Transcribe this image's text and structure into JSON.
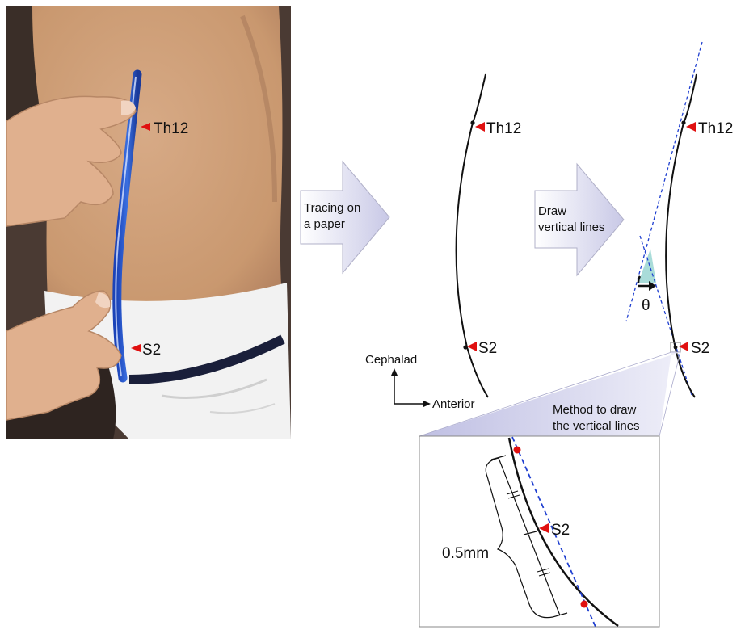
{
  "photo": {
    "labels": {
      "upper": "Th12",
      "lower": "S2"
    }
  },
  "step1": {
    "arrow_label_line1": "Tracing on",
    "arrow_label_line2": "a paper",
    "labels": {
      "upper": "Th12",
      "lower": "S2"
    }
  },
  "orientation": {
    "vertical_label": "Cephalad",
    "horizontal_label": "Anterior"
  },
  "step2": {
    "arrow_label_line1": "Draw",
    "arrow_label_line2": "vertical lines",
    "labels": {
      "upper": "Th12",
      "lower": "S2"
    },
    "angle_symbol": "θ"
  },
  "method": {
    "title_line1": "Method to draw",
    "title_line2": "the vertical lines",
    "marker_label": "S2",
    "distance_label": "0.5mm"
  },
  "colors": {
    "marker_red": "#e01010",
    "dashed_blue": "#1f3fd0",
    "angle_fill": "#a9dcd9",
    "arrow_fill": "#d8d8ee",
    "zoom_fill": "#c9c9e6"
  }
}
